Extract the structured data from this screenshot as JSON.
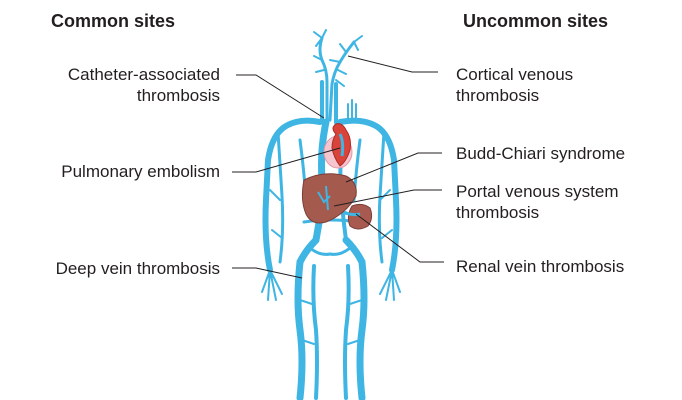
{
  "headers": {
    "common": "Common sites",
    "uncommon": "Uncommon sites"
  },
  "common_sites": [
    {
      "lines": [
        "Catheter-associated",
        "thrombosis"
      ]
    },
    {
      "lines": [
        "Pulmonary embolism"
      ]
    },
    {
      "lines": [
        "Deep vein thrombosis"
      ]
    }
  ],
  "uncommon_sites": [
    {
      "lines": [
        "Cortical venous",
        "thrombosis"
      ]
    },
    {
      "lines": [
        "Budd-Chiari syndrome"
      ]
    },
    {
      "lines": [
        "Portal venous system",
        "thrombosis"
      ]
    },
    {
      "lines": [
        "Renal vein thrombosis"
      ]
    }
  ],
  "colors": {
    "vein": "#3fb5e4",
    "liver": "#a55a4e",
    "kidney": "#a85a50",
    "heart": "#d9433a",
    "lung": "#f6c6cf",
    "leader_line": "#231f20",
    "text": "#231f20"
  }
}
